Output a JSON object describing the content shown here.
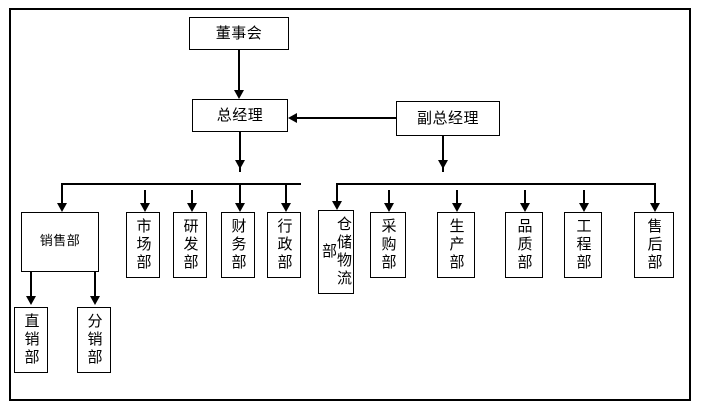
{
  "chart": {
    "title": "",
    "type": "org-chart",
    "nodes": {
      "board": {
        "label": "董事会",
        "orientation": "horizontal"
      },
      "general_manager": {
        "label": "总经理",
        "orientation": "horizontal"
      },
      "deputy_general_manager": {
        "label": "副总经理",
        "orientation": "horizontal"
      },
      "sales": {
        "label": "销售部",
        "orientation": "horizontal"
      },
      "marketing": {
        "label": "市场部",
        "orientation": "vertical"
      },
      "rnd": {
        "label": "研发部",
        "orientation": "vertical"
      },
      "finance": {
        "label": "财务部",
        "orientation": "vertical"
      },
      "admin": {
        "label": "行政部",
        "orientation": "vertical"
      },
      "warehouse_logistics": {
        "label": "仓储物流部",
        "orientation": "vertical"
      },
      "purchasing": {
        "label": "采购部",
        "orientation": "vertical"
      },
      "production": {
        "label": "生产部",
        "orientation": "vertical"
      },
      "quality": {
        "label": "品质部",
        "orientation": "vertical"
      },
      "engineering": {
        "label": "工程部",
        "orientation": "vertical"
      },
      "after_sales": {
        "label": "售后部",
        "orientation": "vertical"
      },
      "direct_sales": {
        "label": "直销部",
        "orientation": "vertical"
      },
      "distribution": {
        "label": "分销部",
        "orientation": "vertical"
      }
    },
    "edges": [
      {
        "from": "board",
        "to": "general_manager",
        "style": "arrow-down"
      },
      {
        "from": "deputy_general_manager",
        "to": "general_manager",
        "style": "arrow-left"
      },
      {
        "from": "general_manager",
        "to": "sales",
        "style": "bus-arrow-down"
      },
      {
        "from": "general_manager",
        "to": "marketing",
        "style": "bus-arrow-down"
      },
      {
        "from": "general_manager",
        "to": "rnd",
        "style": "bus-arrow-down"
      },
      {
        "from": "general_manager",
        "to": "finance",
        "style": "bus-arrow-down"
      },
      {
        "from": "general_manager",
        "to": "admin",
        "style": "bus-arrow-down"
      },
      {
        "from": "deputy_general_manager",
        "to": "warehouse_logistics",
        "style": "bus-arrow-down"
      },
      {
        "from": "deputy_general_manager",
        "to": "purchasing",
        "style": "bus-arrow-down"
      },
      {
        "from": "deputy_general_manager",
        "to": "production",
        "style": "bus-arrow-down"
      },
      {
        "from": "deputy_general_manager",
        "to": "quality",
        "style": "bus-arrow-down"
      },
      {
        "from": "deputy_general_manager",
        "to": "engineering",
        "style": "bus-arrow-down"
      },
      {
        "from": "deputy_general_manager",
        "to": "after_sales",
        "style": "bus-arrow-down"
      },
      {
        "from": "sales",
        "to": "direct_sales",
        "style": "arrow-down"
      },
      {
        "from": "sales",
        "to": "distribution",
        "style": "arrow-down"
      }
    ],
    "colors": {
      "line": "#000000",
      "box_border": "#000000",
      "box_fill": "#ffffff",
      "text": "#000000",
      "background": "#ffffff"
    }
  }
}
